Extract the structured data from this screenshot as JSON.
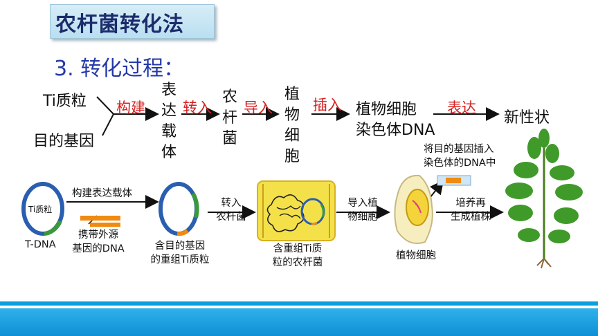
{
  "header": {
    "title": "农杆菌转化法"
  },
  "section": {
    "heading": "3. 转化过程："
  },
  "flow": {
    "input_plasmid": "Ti质粒",
    "input_gene": "目的基因",
    "step1_label": "构建",
    "node1": [
      "表",
      "达",
      "载",
      "体"
    ],
    "step2_label": "转入",
    "node2": [
      "农",
      "杆",
      "菌"
    ],
    "step3_label": "导入",
    "node3": [
      "植",
      "物",
      "细",
      "胞"
    ],
    "step4_label": "插入",
    "node4_line1": "植物细胞",
    "node4_line2": "染色体DNA",
    "step5_label": "表达",
    "node5": "新性状"
  },
  "illustration": {
    "plasmid_center_label": "Ti质粒",
    "tdna_label": "T-DNA",
    "arrow1_label": "构建表达载体",
    "gene_fragment_label_line1": "携带外源",
    "gene_fragment_label_line2": "基因的DNA",
    "recombinant_label_line1": "含目的基因",
    "recombinant_label_line2": "的重组Ti质粒",
    "arrow2_label_line1": "转入",
    "arrow2_label_line2": "农杆菌",
    "bacterium_label_line1": "含重组Ti质",
    "bacterium_label_line2": "粒的农杆菌",
    "arrow3_label_line1": "导入植",
    "arrow3_label_line2": "物细胞",
    "insert_note_line1": "将目的基因插入",
    "insert_note_line2": "染色体的DNA中",
    "plant_cell_label": "植物细胞",
    "arrow4_label_line1": "培养再",
    "arrow4_label_line2": "生成植株"
  },
  "colors": {
    "title_text": "#1b2b6b",
    "heading_text": "#2438a8",
    "step_label_red": "#d42020",
    "plasmid_blue": "#2a5fb0",
    "tdna_green": "#3a9a3a",
    "gene_orange": "#f08a10",
    "bacterium_yellow": "#f4e14a",
    "footer_blue": "#0d8fd6"
  }
}
